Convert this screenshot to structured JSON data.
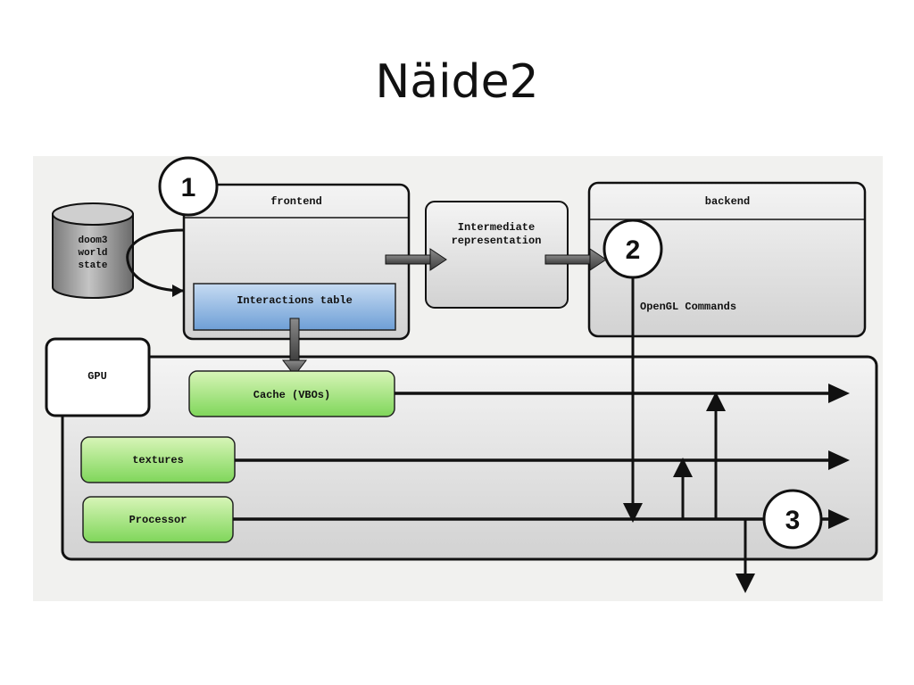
{
  "slide": {
    "title": "Näide2"
  },
  "diagram": {
    "database": {
      "lines": [
        "doom3",
        "world",
        "state"
      ]
    },
    "frontend": {
      "label": "frontend",
      "table_label": "Interactions table"
    },
    "intermediate": {
      "lines": [
        "Intermediate",
        "representation"
      ]
    },
    "backend": {
      "label": "backend",
      "commands_label": "OpenGL Commands"
    },
    "gpu": {
      "label": "GPU",
      "cache_label": "Cache (VBOs)",
      "textures_label": "textures",
      "processor_label": "Processor"
    },
    "markers": [
      "1",
      "2",
      "3"
    ]
  }
}
